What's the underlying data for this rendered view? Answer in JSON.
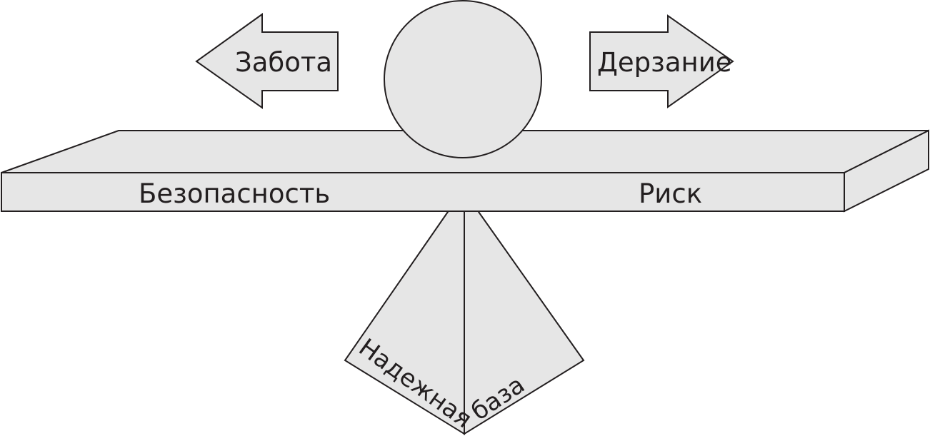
{
  "labels": {
    "care": "Забота",
    "daring": "Дерзание",
    "safety": "Безопасность",
    "risk": "Риск",
    "secure_left": "Надежная",
    "secure_right": "база"
  },
  "colors": {
    "fill": "#e6e6e6",
    "stroke": "#231f20",
    "text": "#231f20",
    "background": "#ffffff"
  },
  "icons": {
    "left_arrow": "left-arrow-icon",
    "right_arrow": "right-arrow-icon"
  }
}
